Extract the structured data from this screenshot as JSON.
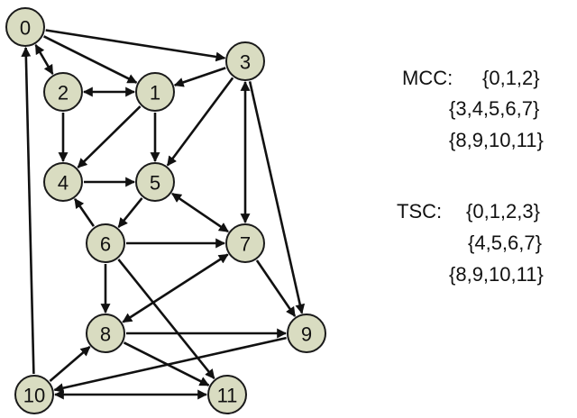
{
  "colors": {
    "node_fill": "#d9dcc1",
    "node_stroke": "#1a1a1a",
    "edge": "#111111",
    "text": "#111111"
  },
  "graph": {
    "nodes": [
      {
        "id": 0,
        "label": "0"
      },
      {
        "id": 1,
        "label": "1"
      },
      {
        "id": 2,
        "label": "2"
      },
      {
        "id": 3,
        "label": "3"
      },
      {
        "id": 4,
        "label": "4"
      },
      {
        "id": 5,
        "label": "5"
      },
      {
        "id": 6,
        "label": "6"
      },
      {
        "id": 7,
        "label": "7"
      },
      {
        "id": 8,
        "label": "8"
      },
      {
        "id": 9,
        "label": "9"
      },
      {
        "id": 10,
        "label": "10"
      },
      {
        "id": 11,
        "label": "11"
      }
    ],
    "edges": [
      {
        "from": 0,
        "to": 1
      },
      {
        "from": 0,
        "to": 3
      },
      {
        "from": 0,
        "to": 2,
        "bidirectional": true
      },
      {
        "from": 1,
        "to": 2,
        "bidirectional": true
      },
      {
        "from": 1,
        "to": 4
      },
      {
        "from": 1,
        "to": 5
      },
      {
        "from": 2,
        "to": 4
      },
      {
        "from": 3,
        "to": 1
      },
      {
        "from": 3,
        "to": 5
      },
      {
        "from": 3,
        "to": 7,
        "bidirectional": true
      },
      {
        "from": 3,
        "to": 9
      },
      {
        "from": 4,
        "to": 5
      },
      {
        "from": 5,
        "to": 6
      },
      {
        "from": 5,
        "to": 7,
        "bidirectional": true
      },
      {
        "from": 6,
        "to": 4
      },
      {
        "from": 6,
        "to": 7
      },
      {
        "from": 6,
        "to": 8
      },
      {
        "from": 6,
        "to": 11
      },
      {
        "from": 7,
        "to": 8,
        "bidirectional": true
      },
      {
        "from": 7,
        "to": 9
      },
      {
        "from": 8,
        "to": 9
      },
      {
        "from": 8,
        "to": 11
      },
      {
        "from": 9,
        "to": 10
      },
      {
        "from": 10,
        "to": 0
      },
      {
        "from": 10,
        "to": 8
      },
      {
        "from": 10,
        "to": 11,
        "bidirectional": true
      }
    ]
  },
  "mcc": {
    "label": "MCC:",
    "sets": [
      "{0,1,2}",
      "{3,4,5,6,7}",
      "{8,9,10,11}"
    ]
  },
  "tsc": {
    "label": "TSC:",
    "sets": [
      "{0,1,2,3}",
      "{4,5,6,7}",
      "{8,9,10,11}"
    ]
  }
}
